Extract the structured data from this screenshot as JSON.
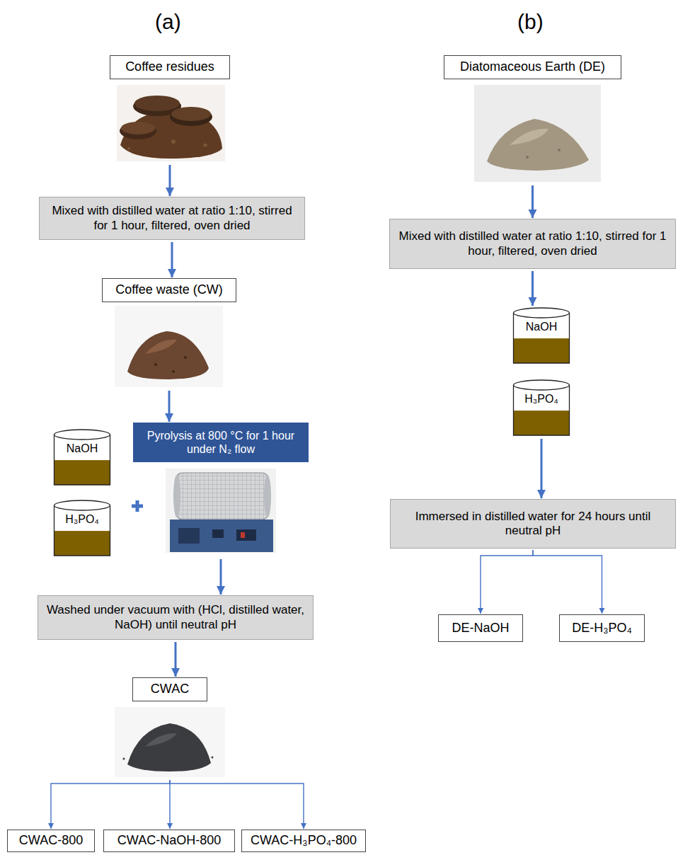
{
  "diagram": {
    "nodes": [
      {
        "text": [
          "Coffee residues"
        ]
      },
      {
        "text": [
          "Mixed with distilled water at ratio 1:10, stirred for 1 hour, filtered, oven dried"
        ]
      },
      {
        "text": [
          "Coffee waste (CW)"
        ]
      },
      {
        "text": [
          "NaOH"
        ]
      },
      {
        "text": [
          "H₃PO₄"
        ]
      },
      {
        "text": [
          "Pyrolysis at 800 °C for 1 hour under N₂ flow"
        ]
      },
      {
        "text": [
          "Washed under vacuum with (HCl, distilled water, NaOH) until neutral pH"
        ]
      },
      {
        "text": [
          "CWAC"
        ]
      },
      {
        "text": [
          "CWAC-800"
        ]
      },
      {
        "text": [
          "CWAC-NaOH-800"
        ]
      },
      {
        "text": [
          "CWAC-H₃PO₄-800"
        ]
      },
      {
        "text": [
          "Diatomaceous Earth (DE)"
        ]
      },
      {
        "text": [
          "Mixed with distilled water at ratio 1:10, stirred for 1 hour, filtered, oven dried"
        ]
      },
      {
        "text": [
          "NaOH"
        ]
      },
      {
        "text": [
          "H₃PO₄"
        ]
      },
      {
        "text": [
          "Immersed in distilled water for 24 hours until neutral pH"
        ]
      },
      {
        "text": [
          "DE-NaOH"
        ]
      },
      {
        "text": [
          "DE-H₃PO₄"
        ]
      }
    ],
    "edges": [
      {
        "from": 0,
        "to": 1,
        "arrow": "to"
      },
      {
        "from": 1,
        "to": 2,
        "arrow": "to"
      },
      {
        "from": 2,
        "to": 5,
        "arrow": "to"
      },
      {
        "from": 5,
        "to": 6,
        "arrow": "to"
      },
      {
        "from": 6,
        "to": 7,
        "arrow": "to"
      },
      {
        "from": 7,
        "to": 8,
        "arrow": "to"
      },
      {
        "from": 7,
        "to": 9,
        "arrow": "to"
      },
      {
        "from": 7,
        "to": 10,
        "arrow": "to"
      },
      {
        "from": 11,
        "to": 12,
        "arrow": "to"
      },
      {
        "from": 12,
        "to": 13,
        "arrow": "to"
      },
      {
        "from": 14,
        "to": 15,
        "arrow": "to"
      },
      {
        "from": 15,
        "to": 16,
        "arrow": "to"
      },
      {
        "from": 15,
        "to": 17,
        "arrow": "to"
      }
    ],
    "labels": [
      "(a)",
      "(b)"
    ]
  }
}
